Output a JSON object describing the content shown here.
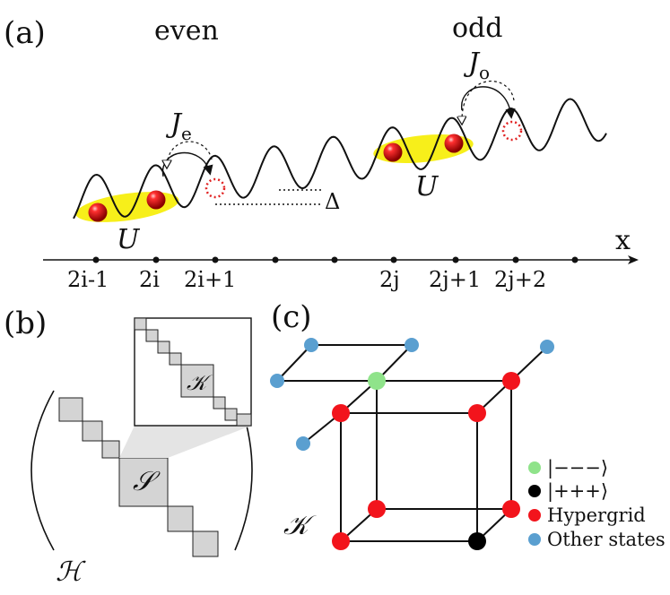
{
  "panels": {
    "a": "(a)",
    "b": "(b)",
    "c": "(c)"
  },
  "panel_a": {
    "even_label": "even",
    "odd_label": "odd",
    "hop_even": {
      "base": "J",
      "sub": "e"
    },
    "hop_odd": {
      "base": "J",
      "sub": "o"
    },
    "interaction_label": "U",
    "tilt_label": "Δ",
    "axis_label": "x",
    "site_labels": [
      "2i-1",
      "2i",
      "2i+1",
      "2j",
      "2j+1",
      "2j+2"
    ]
  },
  "panel_b": {
    "hilbert_label": "ℋ",
    "sector_label": "𝒮",
    "krylov_label": "𝒦"
  },
  "panel_c": {
    "cube_label": "𝒦",
    "legend": [
      {
        "label": "|−−−⟩",
        "color": "#8fe38a"
      },
      {
        "label": "|+++⟩",
        "color": "#000000"
      },
      {
        "label": "Hypergrid",
        "color": "#f2141c"
      },
      {
        "label": "Other states",
        "color": "#5a9fd0"
      }
    ]
  }
}
